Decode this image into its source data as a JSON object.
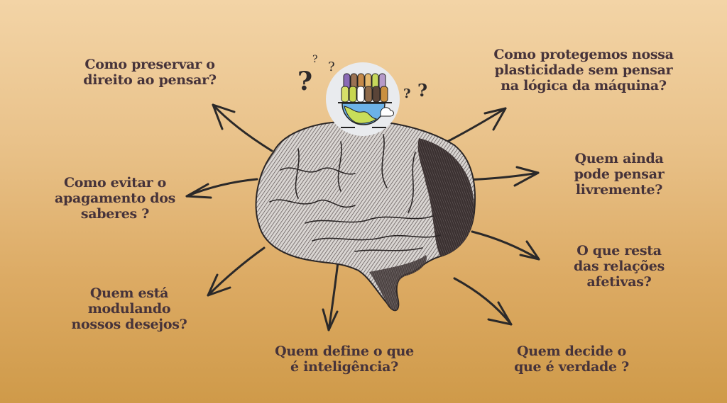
{
  "center": {
    "image": "engraved-brain-illustration",
    "badge_icon": "people-on-globe-icon",
    "question_marks": [
      "?",
      "?",
      "?",
      "?",
      "?"
    ]
  },
  "questions": [
    {
      "id": "preservar",
      "text": "Como preservar o\ndireito ao pensar?"
    },
    {
      "id": "plasticidade",
      "text": "Como protegemos nossa\nplasticidade sem pensar\nna lógica da máquina?"
    },
    {
      "id": "apagamento",
      "text": "Como evitar o\napagamento dos\nsaberes ?"
    },
    {
      "id": "livremente",
      "text": "Quem ainda\npode pensar\nlivremente?"
    },
    {
      "id": "afetivas",
      "text": "O que resta\ndas relações\nafetivas?"
    },
    {
      "id": "desejos",
      "text": "Quem está\nmodulando\nnossos desejos?"
    },
    {
      "id": "inteligencia",
      "text": "Quem define o que\né inteligência?"
    },
    {
      "id": "verdade",
      "text": "Quem decide o\nque é verdade ?"
    }
  ],
  "colors": {
    "text": "#46333a",
    "arrow": "#2b2929",
    "background_top": "#f3d4a6",
    "background_bottom": "#cf9a49"
  }
}
